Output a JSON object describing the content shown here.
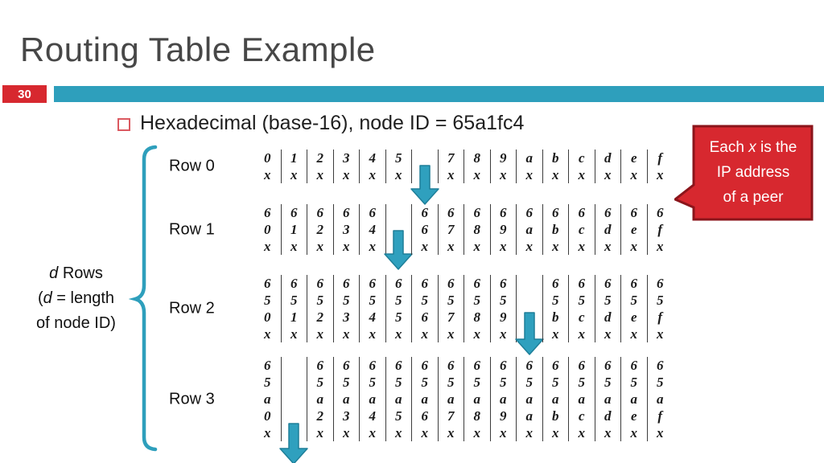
{
  "slide": {
    "page_number": "30",
    "title": "Routing Table Example",
    "bullet": {
      "segments": [
        {
          "t": "Hexadecimal (base-16), node ID = 65a1fc4"
        }
      ]
    },
    "side_label": {
      "lines": [
        [
          {
            "t": "d",
            "i": true
          },
          {
            "t": " Rows"
          }
        ],
        [
          {
            "t": "("
          },
          {
            "t": "d",
            "i": true
          },
          {
            "t": " = length"
          }
        ],
        [
          {
            "t": "of node ID)"
          }
        ]
      ]
    },
    "callout": {
      "lines": [
        [
          {
            "t": "Each "
          },
          {
            "t": "x",
            "i": true
          },
          {
            "t": " is the"
          }
        ],
        [
          {
            "t": "IP address"
          }
        ],
        [
          {
            "t": "of a peer"
          }
        ]
      ]
    },
    "table": {
      "rows": [
        {
          "label": "Row 0",
          "gap_index": 6,
          "cells": [
            "0x",
            "1x",
            "2x",
            "3x",
            "4x",
            "5x",
            null,
            "7x",
            "8x",
            "9x",
            "ax",
            "bx",
            "cx",
            "dx",
            "ex",
            "fx"
          ]
        },
        {
          "label": "Row 1",
          "gap_index": 5,
          "cells": [
            "60x",
            "61x",
            "62x",
            "63x",
            "64x",
            null,
            "66x",
            "67x",
            "68x",
            "69x",
            "6ax",
            "6bx",
            "6cx",
            "6dx",
            "6ex",
            "6fx"
          ]
        },
        {
          "label": "Row 2",
          "gap_index": 10,
          "cells": [
            "650x",
            "651x",
            "652x",
            "653x",
            "654x",
            "655x",
            "656x",
            "657x",
            "658x",
            "659x",
            null,
            "65bx",
            "65cx",
            "65dx",
            "65ex",
            "65fx"
          ]
        },
        {
          "label": "Row 3",
          "gap_index": 1,
          "cells": [
            "65a0x",
            null,
            "65a2x",
            "65a3x",
            "65a4x",
            "65a5x",
            "65a6x",
            "65a7x",
            "65a8x",
            "65a9x",
            "65aax",
            "65abx",
            "65acx",
            "65adx",
            "65aex",
            "65afx"
          ]
        }
      ]
    },
    "icons": {
      "down_arrow": "down-arrow-icon",
      "brace": "left-curly-brace"
    },
    "colors": {
      "accent_teal": "#2e9fbc",
      "accent_red": "#d7282f",
      "callout_border": "#8b151b",
      "title_gray": "#474747",
      "bullet_outline": "#db5960"
    },
    "arrow_heights": {
      "row0": 50,
      "row1": 50,
      "row2": 54,
      "row3": 52
    }
  }
}
